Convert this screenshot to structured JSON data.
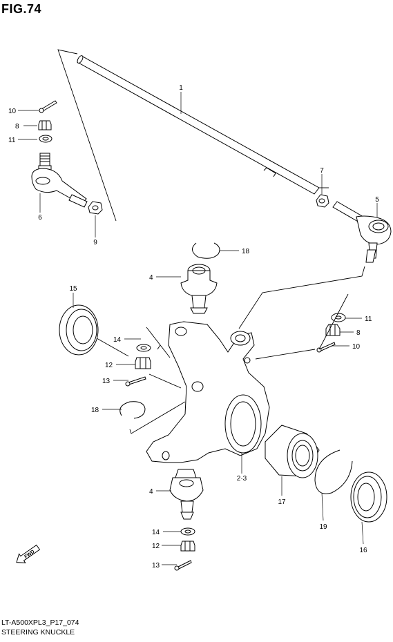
{
  "figure": {
    "title": "FIG.74",
    "code": "LT-A500XPL3_P17_074",
    "name": "STEERING KNUCKLE"
  },
  "fwd_badge": "FWD",
  "callouts": {
    "c1": "1",
    "c10a": "10",
    "c8a": "8",
    "c11a": "11",
    "c6": "6",
    "c9": "9",
    "c7": "7",
    "c5": "5",
    "c18a": "18",
    "c4a": "4",
    "c15": "15",
    "c11b": "11",
    "c8b": "8",
    "c10b": "10",
    "c14a": "14",
    "c12a": "12",
    "c13a": "13",
    "c18b": "18",
    "c4b": "4",
    "c23": "2·3",
    "c17": "17",
    "c19": "19",
    "c16": "16",
    "c14b": "14",
    "c12b": "12",
    "c13b": "13"
  }
}
